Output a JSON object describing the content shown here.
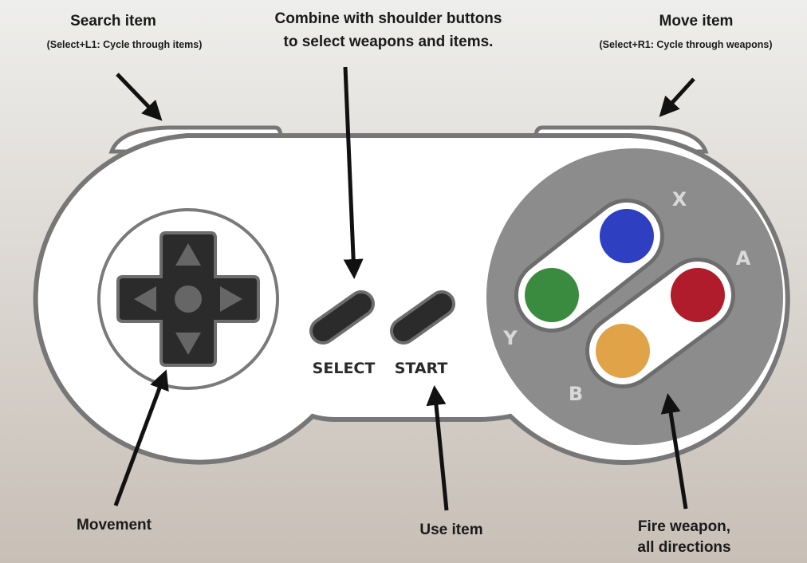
{
  "annotations": {
    "search": {
      "title": "Search item",
      "subtitle": "(Select+L1: Cycle through items)"
    },
    "combine": {
      "line1": "Combine with shoulder buttons",
      "line2": "to select weapons and items."
    },
    "move": {
      "title": "Move item",
      "subtitle": "(Select+R1: Cycle through weapons)"
    },
    "movement": "Movement",
    "use_item": "Use item",
    "fire": {
      "line1": "Fire weapon,",
      "line2": "all directions"
    }
  },
  "controller": {
    "select_label": "SELECT",
    "start_label": "START",
    "face_buttons": {
      "x": {
        "letter": "X",
        "color": "#2f3fc2"
      },
      "a": {
        "letter": "A",
        "color": "#b01c2b"
      },
      "b": {
        "letter": "B",
        "color": "#e0a347"
      },
      "y": {
        "letter": "Y",
        "color": "#3a8b40"
      }
    }
  }
}
